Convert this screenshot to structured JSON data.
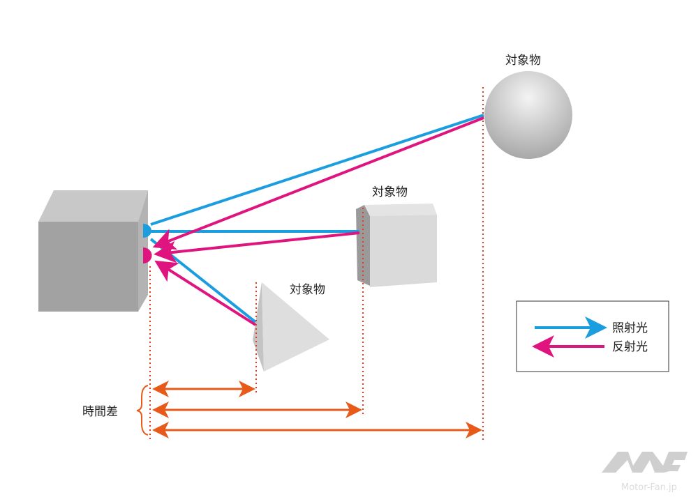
{
  "labels": {
    "object_sphere": "対象物",
    "object_cube": "対象物",
    "object_pyramid": "対象物",
    "time_difference": "時間差"
  },
  "legend": {
    "emitted": "照射光",
    "reflected": "反射光"
  },
  "watermark": "Motor-Fan.jp",
  "colors": {
    "emitted": "#1a9ee0",
    "reflected": "#e0147e",
    "distance": "#e85a1a",
    "guide": "#e83a1a"
  }
}
